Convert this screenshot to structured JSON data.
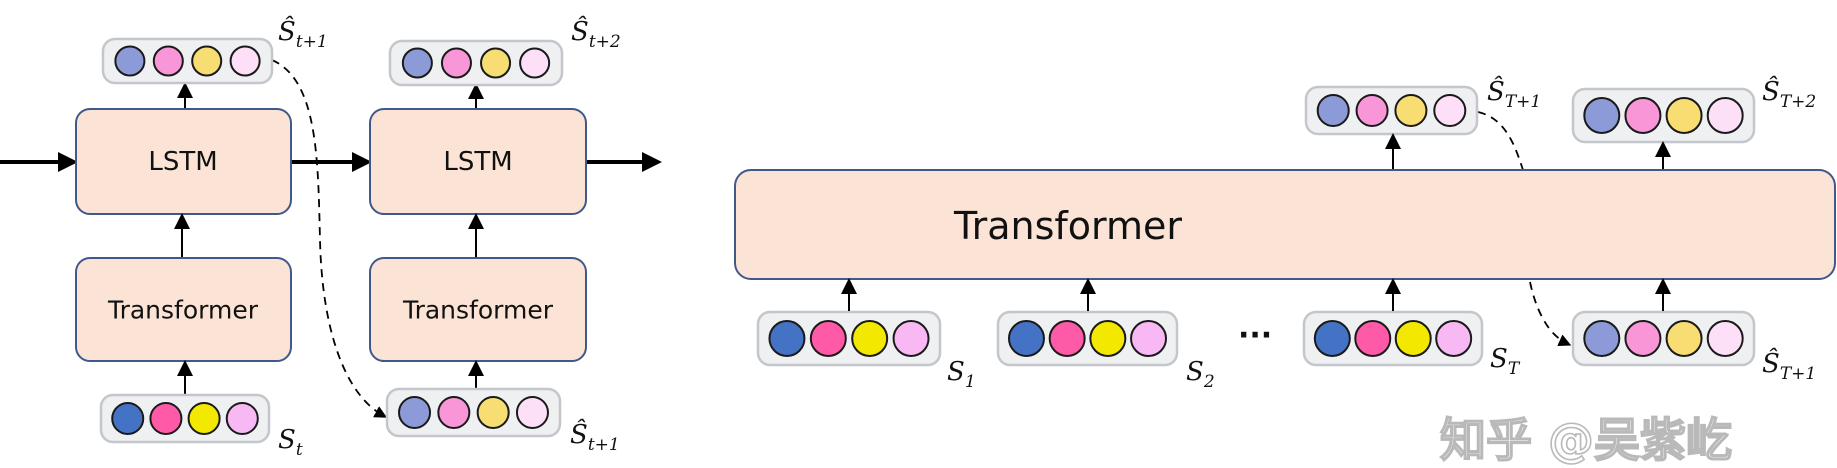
{
  "colors": {
    "input_vector": [
      "#4472c4",
      "#ff5aa8",
      "#f2e800",
      "#f8b8f4"
    ],
    "predicted_vector": [
      "#8c9bd8",
      "#f896d8",
      "#f7dd72",
      "#fde0f7"
    ],
    "block_fill": "#fbe4d6",
    "block_border": "#41598a",
    "vector_container": "#eef0f2"
  },
  "left_diagram": {
    "steps": [
      {
        "lstm_label": "LSTM",
        "transformer_label": "Transformer",
        "output": {
          "main": "Ŝ",
          "sub": "t+1"
        },
        "input": {
          "main": "S",
          "sub": "t",
          "predicted": false
        }
      },
      {
        "lstm_label": "LSTM",
        "transformer_label": "Transformer",
        "output": {
          "main": "Ŝ",
          "sub": "t+2"
        },
        "input": {
          "main": "Ŝ",
          "sub": "t+1",
          "predicted": true
        }
      }
    ]
  },
  "right_diagram": {
    "transformer_label": "Transformer",
    "inputs": [
      {
        "main": "S",
        "sub": "1",
        "predicted": false
      },
      {
        "main": "S",
        "sub": "2",
        "predicted": false
      },
      {
        "main": "S",
        "sub": "T",
        "predicted": false
      },
      {
        "main": "Ŝ",
        "sub": "T+1",
        "predicted": true
      }
    ],
    "ellipsis": "···",
    "outputs": [
      {
        "main": "Ŝ",
        "sub": "T+1"
      },
      {
        "main": "Ŝ",
        "sub": "T+2"
      }
    ]
  },
  "watermark": "知乎 @吴紫屹"
}
